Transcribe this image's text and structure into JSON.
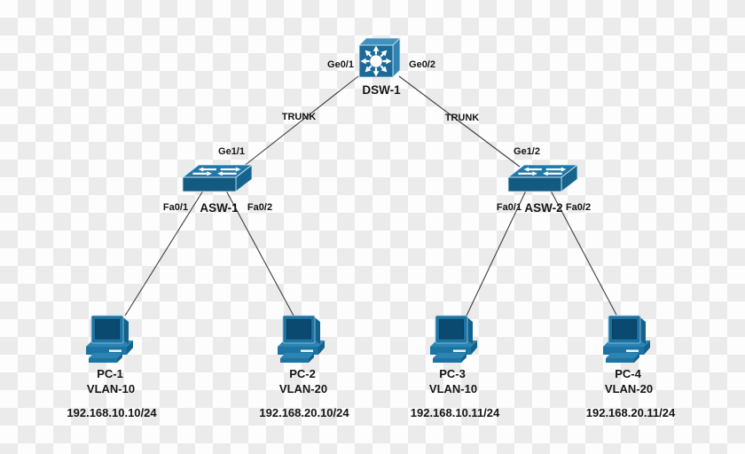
{
  "diagram": {
    "type": "network-topology",
    "nodes": {
      "dsw1": {
        "name": "DSW-1",
        "device_type": "multilayer-distribution-switch",
        "icon": "multilayer-switch-icon",
        "ports": {
          "left": "Ge0/1",
          "right": "Ge0/2"
        }
      },
      "asw1": {
        "name": "ASW-1",
        "device_type": "access-switch",
        "icon": "workgroup-switch-icon",
        "ports": {
          "uplink": "Ge1/1",
          "left": "Fa0/1",
          "right": "Fa0/2"
        }
      },
      "asw2": {
        "name": "ASW-2",
        "device_type": "access-switch",
        "icon": "workgroup-switch-icon",
        "ports": {
          "uplink": "Ge1/2",
          "left": "Fa0/1",
          "right": "Fa0/2"
        }
      },
      "pc1": {
        "name": "PC-1",
        "icon": "desktop-pc-icon",
        "vlan": "VLAN-10",
        "ip": "192.168.10.10/24"
      },
      "pc2": {
        "name": "PC-2",
        "icon": "desktop-pc-icon",
        "vlan": "VLAN-20",
        "ip": "192.168.20.10/24"
      },
      "pc3": {
        "name": "PC-3",
        "icon": "desktop-pc-icon",
        "vlan": "VLAN-10",
        "ip": "192.168.10.11/24"
      },
      "pc4": {
        "name": "PC-4",
        "icon": "desktop-pc-icon",
        "vlan": "VLAN-20",
        "ip": "192.168.20.11/24"
      }
    },
    "links": {
      "dsw1_asw1": {
        "label": "TRUNK"
      },
      "dsw1_asw2": {
        "label": "TRUNK"
      },
      "asw1_pc1": {},
      "asw1_pc2": {},
      "asw2_pc3": {},
      "asw2_pc4": {}
    },
    "colors": {
      "device_blue": "#1d74a4",
      "device_blue_top": "#2b84b2",
      "device_blue_dark": "#12628c",
      "screen_navy": "#0b4a70",
      "link_line": "#3d3d3d",
      "label_text": "#141414",
      "checker_light": "#fdfdfd",
      "checker_dark": "#ebebeb"
    }
  }
}
